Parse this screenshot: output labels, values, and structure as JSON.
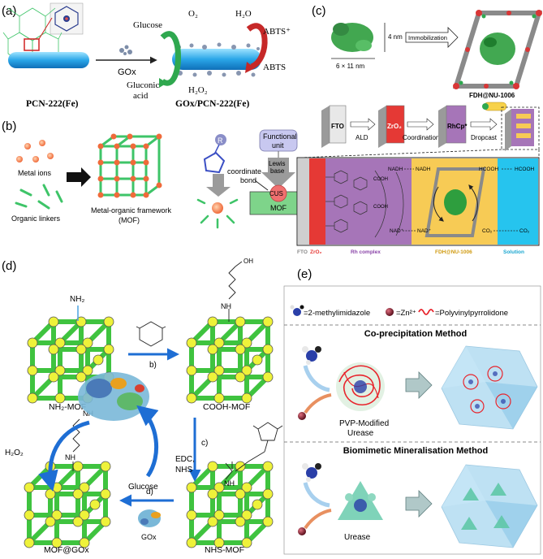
{
  "panel_a": {
    "tag": "(a)",
    "reactant_label": "GOx",
    "glucose": "Glucose",
    "gluconic_l1": "Gluconic",
    "gluconic_l2": "acid",
    "o2": "O₂",
    "h2o": "H₂O",
    "abts_ox": "ABTS⁺",
    "abts": "ABTS",
    "h2o2": "H₂O₂",
    "caption_left": "PCN-222(Fe)",
    "caption_right": "GOx/PCN-222(Fe)"
  },
  "panel_b": {
    "tag": "(b)",
    "metal_ions": "Metal ions",
    "organic_linkers": "Organic linkers",
    "mof_l1": "Metal-organic framework",
    "mof_l2": "(MOF)",
    "r_group": "R",
    "functional_l1": "Functional",
    "functional_l2": "unit",
    "lewis_l1": "Lewis",
    "lewis_l2": "base",
    "coordinate_l1": "coordinate",
    "coordinate_l2": "bond",
    "cus": "CUS",
    "mof": "MOF"
  },
  "panel_c": {
    "tag": "(c)",
    "dim_height": "4 nm",
    "dim_size": "6 × 11 nm",
    "immobilization": "Immobilization",
    "fdh_label": "FDH@NU-1006",
    "fto": "FTO",
    "zro2": "ZrO₂",
    "rhcp": "RhCp*",
    "ald": "ALD",
    "coordination": "Coordination",
    "dropcast": "Dropcast",
    "nadh_1": "NADH",
    "nadh_2": "NADH",
    "hcooh_1": "HCOOH",
    "hcooh_2": "HCOOH",
    "nad_1": "NAD⁺",
    "nad_2": "NAD⁺",
    "co2_1": "CO₂",
    "co2_2": "CO₂",
    "cooh_1": "COOH",
    "cooh_2": "COOH",
    "legend_fto": "FTO",
    "legend_zro2": "ZrO₂",
    "legend_rh": "Rh complex",
    "legend_fdh": "FDH@NU-1006",
    "legend_solution": "Solution",
    "colors": {
      "zro2": "#e53935",
      "rh": "#a675b8",
      "fdh": "#f7cb55",
      "solution": "#26c4ee"
    }
  },
  "panel_d": {
    "tag": "(d)",
    "nh2": "NH₂",
    "nh2_mof": "NH₂-MOF",
    "cooh_mof": "COOH-MOF",
    "nhs_mof": "NHS-MOF",
    "mof_gox": "MOF@GOx",
    "step_b": "b)",
    "step_c": "c)",
    "edc": "EDC,",
    "nhs": "NHS",
    "step_d": "d)",
    "gox": "GOx",
    "h2o2": "H₂O₂",
    "glucose": "Glucose",
    "nh_1": "NH",
    "nh_2": "NH",
    "nh_3": "NH",
    "nh_4": "NH",
    "oh": "OH",
    "colors": {
      "frame": "#3fc33f",
      "node": "#eef23a",
      "arrow": "#1e6ed4"
    }
  },
  "panel_e": {
    "tag": "(e)",
    "legend_imidazole": "=2-methylimidazole",
    "legend_zn": "=Zn²⁺",
    "legend_pvp": "=Polyvinylpyrrolidone",
    "method_1": "Co-precipitation Method",
    "label_1_l1": "PVP-Modified",
    "label_1_l2": "Urease",
    "method_2": "Biomimetic Mineralisation Method",
    "label_2": "Urease",
    "colors": {
      "crystal": "#a9d8f0",
      "pvp": "#e8242c",
      "zn": "#8a1e2e"
    }
  }
}
